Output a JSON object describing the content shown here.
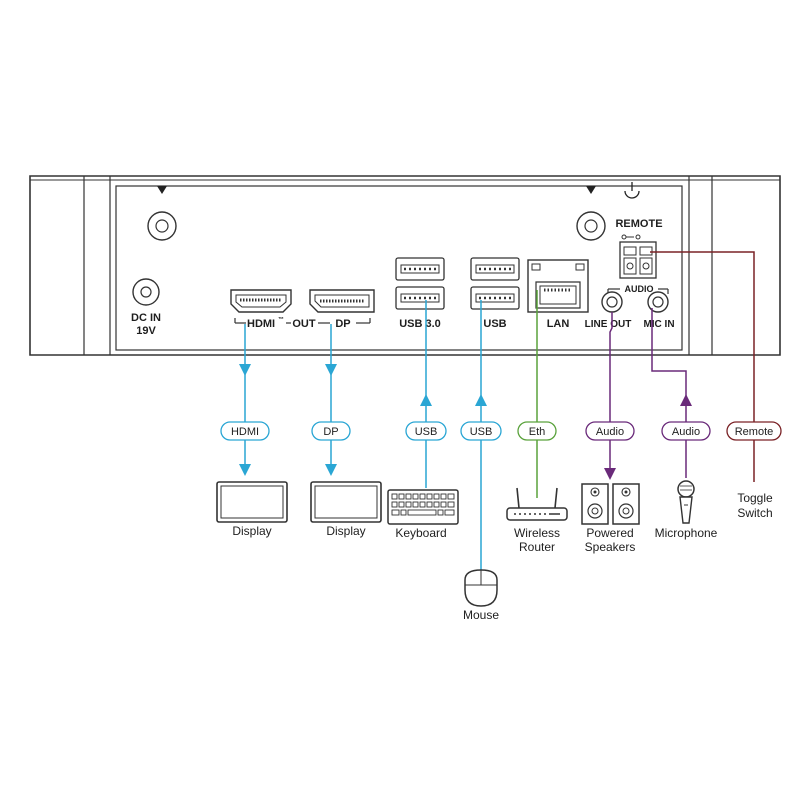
{
  "panel": {
    "dc_in": "DC IN",
    "dc_voltage": "19V",
    "hdmi": "HDMI",
    "tm": "™",
    "out": "OUT",
    "dp": "DP",
    "usb30": "USB 3.0",
    "usb": "USB",
    "lan": "LAN",
    "remote": "REMOTE",
    "audio": "AUDIO",
    "line_out": "LINE OUT",
    "mic_in": "MIC IN"
  },
  "cables": {
    "hdmi": "HDMI",
    "dp": "DP",
    "usb_keyboard": "USB",
    "usb_mouse": "USB",
    "eth": "Eth",
    "audio_out": "Audio",
    "audio_in": "Audio",
    "remote": "Remote"
  },
  "devices": {
    "display1": [
      "Display"
    ],
    "display2": [
      "Display"
    ],
    "keyboard": [
      "Keyboard"
    ],
    "mouse": [
      "Mouse"
    ],
    "router": [
      "Wireless",
      "Router"
    ],
    "speakers": [
      "Powered",
      "Speakers"
    ],
    "microphone": [
      "Microphone"
    ],
    "toggle": [
      "Toggle",
      "Switch"
    ]
  },
  "colors": {
    "video_usb": "#2aa6d4",
    "ethernet": "#5aa23c",
    "audio": "#6a2a7a",
    "remote": "#7a2226",
    "outline": "#333333"
  }
}
